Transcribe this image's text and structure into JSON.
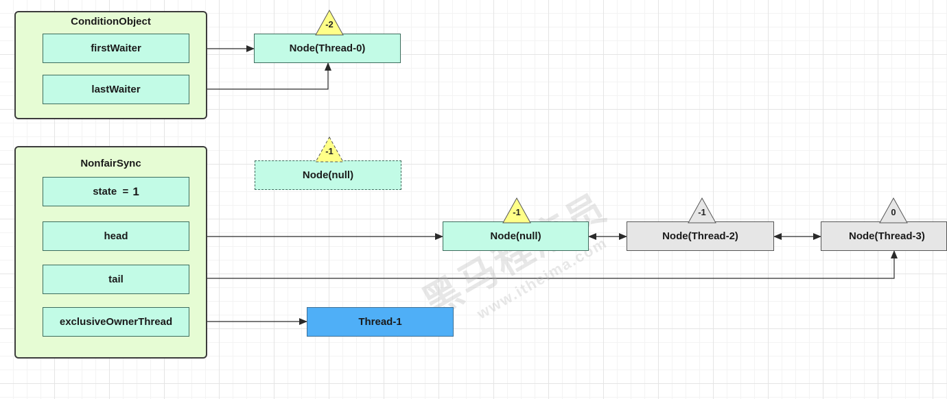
{
  "condition_object": {
    "title": "ConditionObject",
    "first_waiter": "firstWaiter",
    "last_waiter": "lastWaiter"
  },
  "nonfair_sync": {
    "title": "NonfairSync",
    "state_label": "state  =",
    "state_value": "1",
    "head": "head",
    "tail": "tail",
    "exclusive_owner_thread": "exclusiveOwnerThread"
  },
  "nodes": {
    "thread0": {
      "label": "Node(Thread-0)",
      "badge": "-2"
    },
    "detached_null": {
      "label": "Node(null)",
      "badge": "-1"
    },
    "queue_null": {
      "label": "Node(null)",
      "badge": "-1"
    },
    "thread2": {
      "label": "Node(Thread-2)",
      "badge": "-1"
    },
    "thread3": {
      "label": "Node(Thread-3)",
      "badge": "0"
    },
    "owner_thread": {
      "label": "Thread-1"
    }
  },
  "watermark": {
    "brand": "黑马程序员",
    "url": "www.itheima.com"
  },
  "colors": {
    "container_fill": "#e6fcd4",
    "node_fill": "#c2fbe6",
    "gray_node_fill": "#e6e6e6",
    "thread_fill": "#4faff7",
    "yellow_badge": "#ffff88",
    "gray_badge": "#e6e6e6"
  },
  "icons": {
    "badge_shape": "triangle-icon",
    "arrow_head": "arrowhead-icon"
  }
}
